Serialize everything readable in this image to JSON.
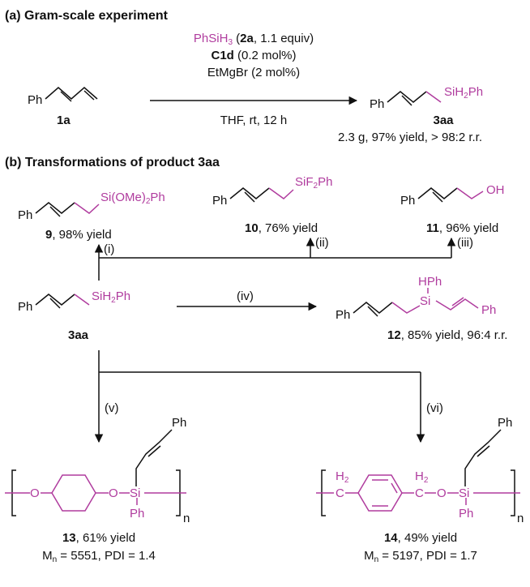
{
  "section_a": {
    "title": "(a) Gram-scale experiment",
    "reagent1_main": "PhSiH",
    "reagent1_sub": "3",
    "reagent1_open": " (",
    "reagent1_bold": "2a",
    "reagent1_rest": ", 1.1 equiv)",
    "catalyst_bold": "C1d",
    "catalyst_rest": " (0.2 mol%)",
    "additive": "EtMgBr (2 mol%)",
    "conditions": "THF, rt, 12 h",
    "sm_ph": "Ph",
    "sm_label": "1a",
    "product_ph": "Ph",
    "product_si_a": "SiH",
    "product_si_sub": "2",
    "product_si_b": "Ph",
    "product_label": "3aa",
    "product_result": "2.3 g, 97% yield, > 98:2 r.r."
  },
  "section_b": {
    "title": "(b) Transformations of product 3aa",
    "central": {
      "ph": "Ph",
      "si_a": "SiH",
      "si_sub": "2",
      "si_b": "Ph",
      "label": "3aa"
    },
    "steps": {
      "i": "(i)",
      "ii": "(ii)",
      "iii": "(iii)",
      "iv": "(iv)",
      "v": "(v)",
      "vi": "(vi)"
    },
    "p9": {
      "ph": "Ph",
      "group_a": "Si(OMe)",
      "group_sub": "2",
      "group_b": "Ph",
      "label": "9",
      "yield": ", 98% yield"
    },
    "p10": {
      "ph": "Ph",
      "group_a": "SiF",
      "group_sub": "2",
      "group_b": "Ph",
      "label": "10",
      "yield": ", 76% yield"
    },
    "p11": {
      "ph": "Ph",
      "group": "OH",
      "label": "11",
      "yield": ", 96% yield"
    },
    "p12": {
      "ph": "Ph",
      "si_h": "HPh",
      "si": "Si",
      "vinyl_ph": "Ph",
      "label": "12",
      "result": ", 85% yield, 96:4 r.r."
    },
    "p13": {
      "o1": "O",
      "o2": "O",
      "si": "Si",
      "si_ph": "Ph",
      "top_ph": "Ph",
      "n": "n",
      "label": "13",
      "yield": ", 61% yield",
      "mn_a": "M",
      "mn_sub": "n",
      "mn_b": " = 5551, PDI = 1.4"
    },
    "p14": {
      "h2a": "H",
      "h2a_sub": "2",
      "c1": "C",
      "h2b": "H",
      "h2b_sub": "2",
      "c2": "C",
      "o": "O",
      "si": "Si",
      "si_ph": "Ph",
      "top_ph": "Ph",
      "n": "n",
      "label": "14",
      "yield": ", 49% yield",
      "mn_a": "M",
      "mn_sub": "n",
      "mn_b": " = 5197, PDI = 1.7"
    }
  }
}
